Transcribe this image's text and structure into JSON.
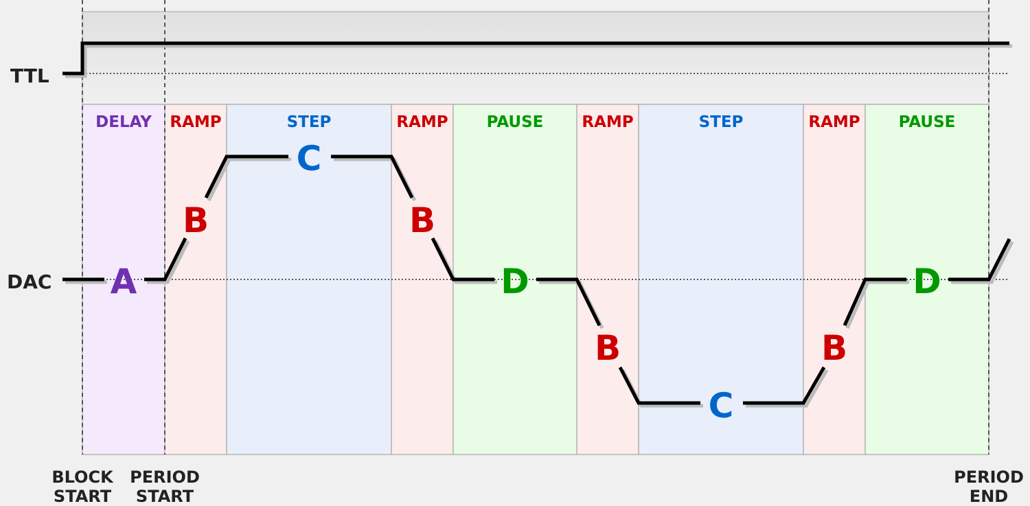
{
  "channels": {
    "ttl": "TTL",
    "dac": "DAC"
  },
  "segments": [
    {
      "type": "DELAY",
      "letter": "A"
    },
    {
      "type": "RAMP",
      "letter": "B"
    },
    {
      "type": "STEP",
      "letter": "C"
    },
    {
      "type": "RAMP",
      "letter": "B"
    },
    {
      "type": "PAUSE",
      "letter": "D"
    },
    {
      "type": "RAMP",
      "letter": "B"
    },
    {
      "type": "STEP",
      "letter": "C"
    },
    {
      "type": "RAMP",
      "letter": "B"
    },
    {
      "type": "PAUSE",
      "letter": "D"
    }
  ],
  "markers": {
    "block_start": [
      "BLOCK",
      "START"
    ],
    "period_start": [
      "PERIOD",
      "START"
    ],
    "period_end": [
      "PERIOD",
      "END"
    ]
  },
  "colors": {
    "background": "#f0f0f0",
    "delay_fill": "#f4eafc",
    "delay_text": "#7030b0",
    "ramp_fill": "#fdecec",
    "ramp_text": "#cc0000",
    "step_fill": "#e8eefa",
    "step_text": "#0066cc",
    "pause_fill": "#e8fce6",
    "pause_text": "#009900",
    "line": "#000000",
    "label_text": "#222222"
  }
}
